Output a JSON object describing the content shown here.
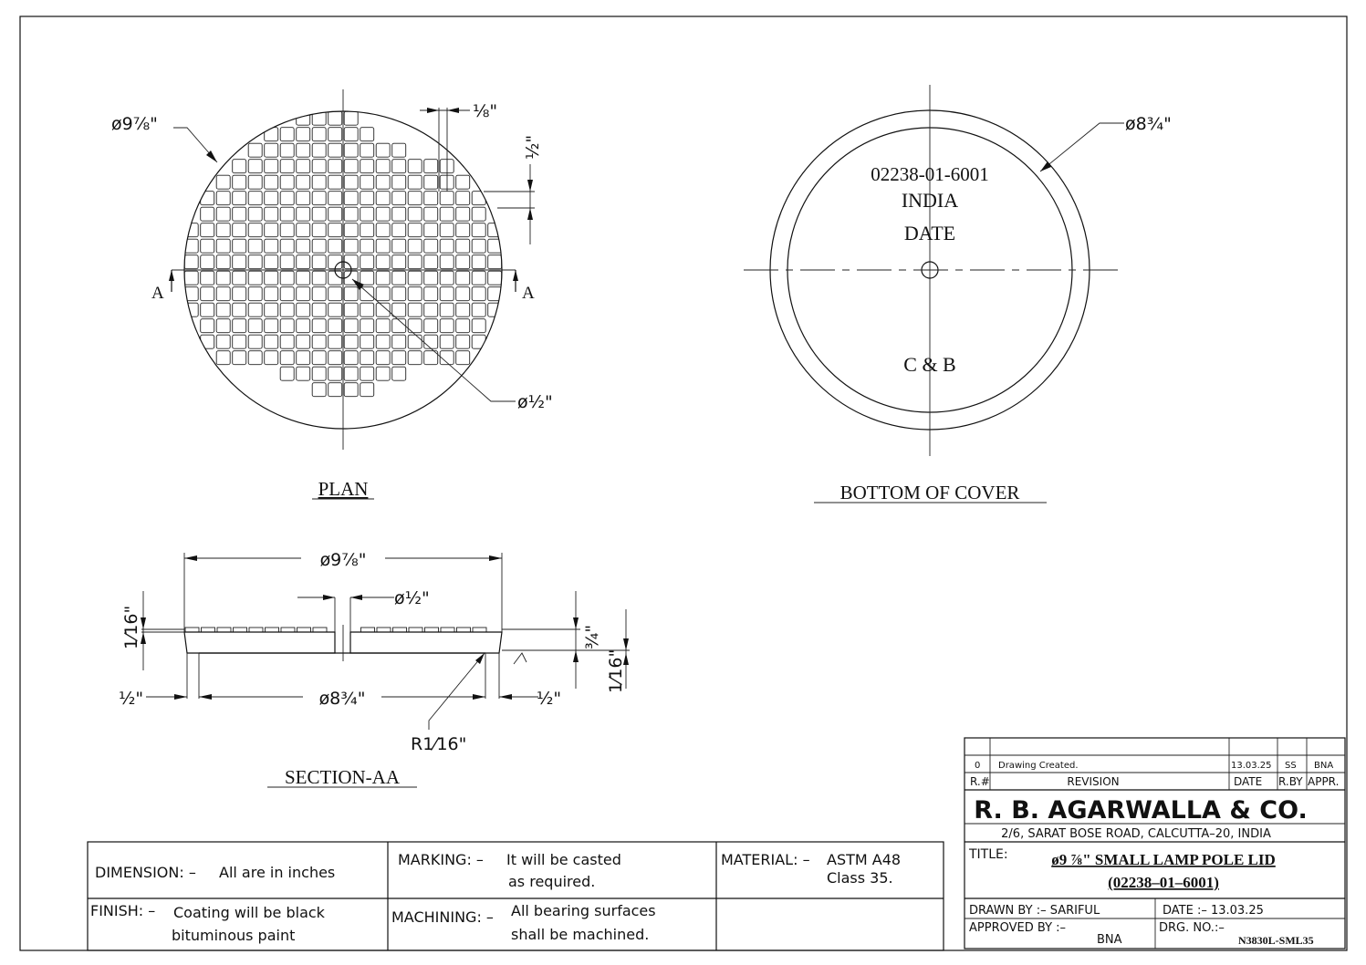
{
  "plan": {
    "title": "PLAN",
    "dia_outer": "ø9⅞\"",
    "slot_width": "⅛\"",
    "slot_pitch": "½\"",
    "hole_dia": "ø½\"",
    "section_mark": "A"
  },
  "bottom": {
    "title": "BOTTOM OF COVER",
    "dia": "ø8¾\"",
    "part_no": "02238-01-6001",
    "country": "INDIA",
    "date": "DATE",
    "maker": "C & B"
  },
  "section": {
    "title": "SECTION-AA",
    "dia_outer": "ø9⅞\"",
    "hole_dia": "ø½\"",
    "dia_inner": "ø8¾\"",
    "rim_left": "½\"",
    "rim_right": "½\"",
    "pattern_depth": "1⁄16\"",
    "thickness": "¾\"",
    "recess_depth": "1⁄16\"",
    "radius": "R1⁄16\""
  },
  "notes": {
    "dimension_label": "DIMENSION: –",
    "dimension_value": "All are in inches",
    "marking_label": "MARKING: –",
    "marking_value_1": "It will be casted",
    "marking_value_2": "as required.",
    "material_label": "MATERIAL: –",
    "material_value_1": "ASTM A48",
    "material_value_2": "Class 35.",
    "finish_label": "FINISH: –",
    "finish_value_1": "Coating will be black",
    "finish_value_2": "bituminous paint",
    "machining_label": "MACHINING: –",
    "machining_value_1": "All bearing surfaces",
    "machining_value_2": "shall be machined."
  },
  "title_block": {
    "revisions": [
      {
        "num": "0",
        "desc": "Drawing Created.",
        "date": "13.03.25",
        "by": "SS",
        "appr": "BNA"
      }
    ],
    "headers": {
      "num": "R.#",
      "desc": "REVISION",
      "date": "DATE",
      "by": "R.BY",
      "appr": "APPR."
    },
    "company": "R. B. AGARWALLA & CO.",
    "address": "2/6, SARAT BOSE ROAD, CALCUTTA–20, INDIA",
    "title_label": "TITLE:",
    "title_line1": "ø9 ⅞\" SMALL LAMP POLE LID",
    "title_line2": "(02238–01–6001)",
    "drawn_by": "DRAWN BY :–  SARIFUL",
    "date": "DATE :– 13.03.25",
    "approved_by_label": "APPROVED BY :–",
    "approved_by": "BNA",
    "drg_no_label": "DRG. NO.:–",
    "drg_no": "N3830L-SML35"
  }
}
